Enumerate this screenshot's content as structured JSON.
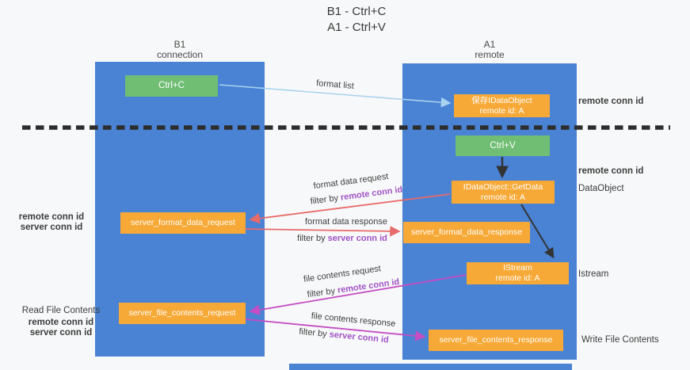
{
  "title": {
    "line1": "B1 - Ctrl+C",
    "line2": "A1 - Ctrl+V"
  },
  "lanes": {
    "left": {
      "name": "B1",
      "role": "connection"
    },
    "right": {
      "name": "A1",
      "role": "remote"
    }
  },
  "nodes": {
    "ctrl_c": {
      "label": "Ctrl+C"
    },
    "ctrl_v": {
      "label": "Ctrl+V"
    },
    "save_dataobject": {
      "line1": "保存IDataObject",
      "line2": "remote id: A"
    },
    "getdata": {
      "line1": "IDataObject::GetData",
      "line2": "remote id: A"
    },
    "istream": {
      "line1": "IStream",
      "line2": "remote id: A"
    },
    "server_format_data_request": {
      "label": "server_format_data_request"
    },
    "server_format_data_response": {
      "label": "server_format_data_response"
    },
    "server_file_contents_request": {
      "label": "server_file_contents_request"
    },
    "server_file_contents_response": {
      "label": "server_file_contents_response"
    }
  },
  "edge_labels": {
    "format_list": "format list",
    "format_data_request": "format data request",
    "format_data_response": "format data response",
    "file_contents_request": "file contents request",
    "file_contents_response": "file contents response",
    "filter_by": "filter by ",
    "remote_conn_id": "remote conn id",
    "server_conn_id": "server conn id"
  },
  "side_labels": {
    "remote_conn_id": "remote conn id",
    "server_conn_id": "server conn id",
    "dataobject": "DataObject",
    "istream": "Istream",
    "read_file_contents": "Read File Contents",
    "write_file_contents": "Write File Contents"
  },
  "colors": {
    "lane": "#4a82d4",
    "node_orange": "#f7a937",
    "node_green": "#6fbe73",
    "arrow_blue": "#a9d3f0",
    "arrow_red": "#e96a6a",
    "arrow_magenta": "#c44ec4",
    "arrow_black": "#333333",
    "text_purple": "#a153c6",
    "text_green": "#7cc98a",
    "text_dark": "#3c3c3c",
    "dash": "#2d2d2d",
    "background": "#f7f8f9"
  }
}
